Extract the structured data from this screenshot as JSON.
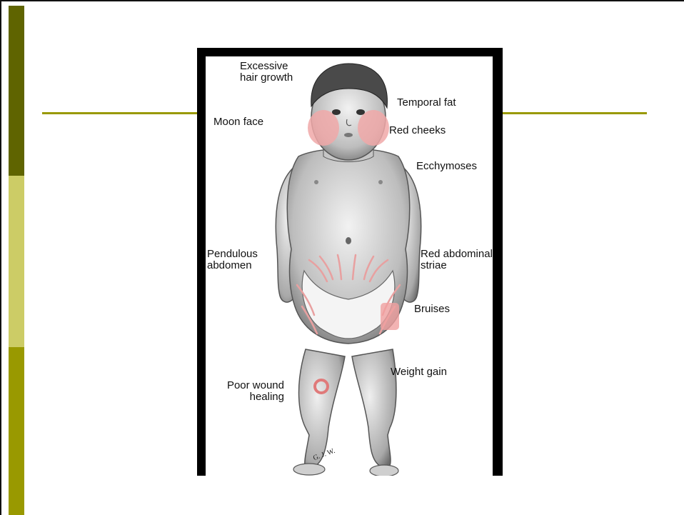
{
  "slide": {
    "colors": {
      "bar_top": "#5f6400",
      "bar_middle": "#cccc66",
      "bar_bottom": "#999900",
      "title_rule": "#999900",
      "frame": "#000000"
    }
  },
  "figure": {
    "labels": {
      "excessive_hair_growth": "Excessive\nhair growth",
      "temporal_fat": "Temporal fat",
      "moon_face": "Moon face",
      "red_cheeks": "Red cheeks",
      "ecchymoses": "Ecchymoses",
      "pendulous_abdomen": "Pendulous\nabdomen",
      "red_abdominal_striae": "Red abdominal\nstriae",
      "bruises": "Bruises",
      "weight_gain": "Weight gain",
      "poor_wound_healing": "Poor wound\nhealing"
    },
    "signature": "G. J. W."
  }
}
